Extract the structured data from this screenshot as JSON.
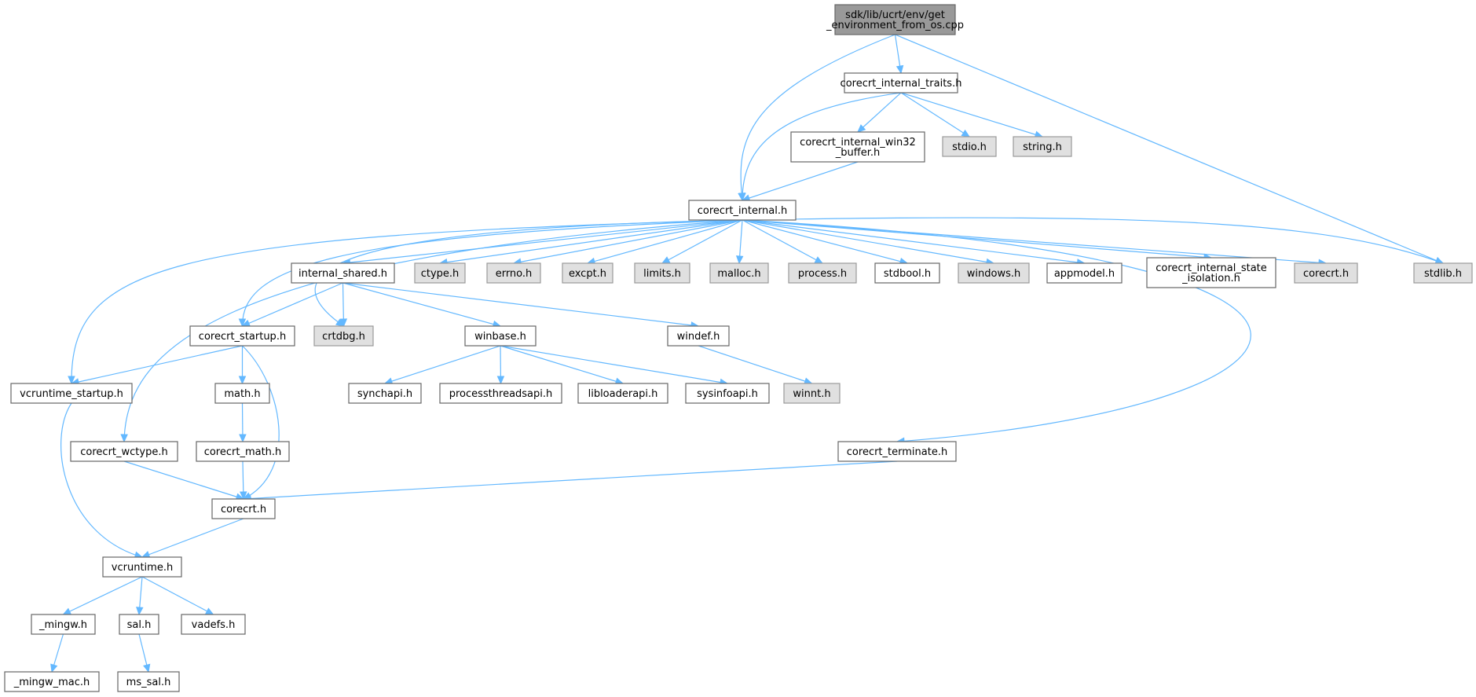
{
  "diagram": {
    "type": "include-dependency-graph",
    "colors": {
      "edge": "#63b8ff",
      "root_fill": "#999999",
      "external_fill": "#e0e0e0",
      "normal_fill": "#ffffff",
      "border": "#666666"
    },
    "nodes": [
      {
        "id": "root",
        "lines": [
          "sdk/lib/ucrt/env/get",
          "_environment_from_os.cpp"
        ],
        "kind": "root"
      },
      {
        "id": "traits",
        "lines": [
          "corecrt_internal_traits.h"
        ],
        "kind": "normal"
      },
      {
        "id": "win32buf",
        "lines": [
          "corecrt_internal_win32",
          "_buffer.h"
        ],
        "kind": "normal"
      },
      {
        "id": "stdio",
        "lines": [
          "stdio.h"
        ],
        "kind": "external"
      },
      {
        "id": "string",
        "lines": [
          "string.h"
        ],
        "kind": "external"
      },
      {
        "id": "internal",
        "lines": [
          "corecrt_internal.h"
        ],
        "kind": "normal"
      },
      {
        "id": "shared",
        "lines": [
          "internal_shared.h"
        ],
        "kind": "normal"
      },
      {
        "id": "ctype",
        "lines": [
          "ctype.h"
        ],
        "kind": "external"
      },
      {
        "id": "errno",
        "lines": [
          "errno.h"
        ],
        "kind": "external"
      },
      {
        "id": "excpt",
        "lines": [
          "excpt.h"
        ],
        "kind": "external"
      },
      {
        "id": "limits",
        "lines": [
          "limits.h"
        ],
        "kind": "external"
      },
      {
        "id": "malloc",
        "lines": [
          "malloc.h"
        ],
        "kind": "external"
      },
      {
        "id": "process",
        "lines": [
          "process.h"
        ],
        "kind": "external"
      },
      {
        "id": "stdbool",
        "lines": [
          "stdbool.h"
        ],
        "kind": "normal"
      },
      {
        "id": "windows",
        "lines": [
          "windows.h"
        ],
        "kind": "external"
      },
      {
        "id": "appmodel",
        "lines": [
          "appmodel.h"
        ],
        "kind": "normal"
      },
      {
        "id": "stateiso",
        "lines": [
          "corecrt_internal_state",
          "_isolation.h"
        ],
        "kind": "normal"
      },
      {
        "id": "corecrt_ext",
        "lines": [
          "corecrt.h"
        ],
        "kind": "external"
      },
      {
        "id": "stdlib",
        "lines": [
          "stdlib.h"
        ],
        "kind": "external"
      },
      {
        "id": "startup",
        "lines": [
          "corecrt_startup.h"
        ],
        "kind": "normal"
      },
      {
        "id": "crtdbg",
        "lines": [
          "crtdbg.h"
        ],
        "kind": "external"
      },
      {
        "id": "winbase",
        "lines": [
          "winbase.h"
        ],
        "kind": "normal"
      },
      {
        "id": "windef",
        "lines": [
          "windef.h"
        ],
        "kind": "normal"
      },
      {
        "id": "vcstartup",
        "lines": [
          "vcruntime_startup.h"
        ],
        "kind": "normal"
      },
      {
        "id": "math",
        "lines": [
          "math.h"
        ],
        "kind": "normal"
      },
      {
        "id": "synchapi",
        "lines": [
          "synchapi.h"
        ],
        "kind": "normal"
      },
      {
        "id": "procthread",
        "lines": [
          "processthreadsapi.h"
        ],
        "kind": "normal"
      },
      {
        "id": "libloader",
        "lines": [
          "libloaderapi.h"
        ],
        "kind": "normal"
      },
      {
        "id": "sysinfo",
        "lines": [
          "sysinfoapi.h"
        ],
        "kind": "normal"
      },
      {
        "id": "winnt",
        "lines": [
          "winnt.h"
        ],
        "kind": "external"
      },
      {
        "id": "wctype",
        "lines": [
          "corecrt_wctype.h"
        ],
        "kind": "normal"
      },
      {
        "id": "cmath",
        "lines": [
          "corecrt_math.h"
        ],
        "kind": "normal"
      },
      {
        "id": "terminate",
        "lines": [
          "corecrt_terminate.h"
        ],
        "kind": "normal"
      },
      {
        "id": "corecrt",
        "lines": [
          "corecrt.h"
        ],
        "kind": "normal"
      },
      {
        "id": "vcruntime",
        "lines": [
          "vcruntime.h"
        ],
        "kind": "normal"
      },
      {
        "id": "mingw",
        "lines": [
          "_mingw.h"
        ],
        "kind": "normal"
      },
      {
        "id": "sal",
        "lines": [
          "sal.h"
        ],
        "kind": "normal"
      },
      {
        "id": "vadefs",
        "lines": [
          "vadefs.h"
        ],
        "kind": "normal"
      },
      {
        "id": "mingwmac",
        "lines": [
          "_mingw_mac.h"
        ],
        "kind": "normal"
      },
      {
        "id": "mssal",
        "lines": [
          "ms_sal.h"
        ],
        "kind": "normal"
      }
    ],
    "edges": [
      [
        "root",
        "traits"
      ],
      [
        "root",
        "internal"
      ],
      [
        "root",
        "stdlib"
      ],
      [
        "traits",
        "win32buf"
      ],
      [
        "traits",
        "stdio"
      ],
      [
        "traits",
        "string"
      ],
      [
        "traits",
        "internal"
      ],
      [
        "win32buf",
        "internal"
      ],
      [
        "internal",
        "shared"
      ],
      [
        "internal",
        "ctype"
      ],
      [
        "internal",
        "errno"
      ],
      [
        "internal",
        "excpt"
      ],
      [
        "internal",
        "limits"
      ],
      [
        "internal",
        "malloc"
      ],
      [
        "internal",
        "process"
      ],
      [
        "internal",
        "stdbool"
      ],
      [
        "internal",
        "windows"
      ],
      [
        "internal",
        "appmodel"
      ],
      [
        "internal",
        "stateiso"
      ],
      [
        "internal",
        "corecrt_ext"
      ],
      [
        "internal",
        "stdlib"
      ],
      [
        "internal",
        "startup"
      ],
      [
        "internal",
        "crtdbg"
      ],
      [
        "internal",
        "vcstartup"
      ],
      [
        "internal",
        "wctype"
      ],
      [
        "internal",
        "terminate"
      ],
      [
        "shared",
        "startup"
      ],
      [
        "shared",
        "crtdbg"
      ],
      [
        "shared",
        "winbase"
      ],
      [
        "shared",
        "windef"
      ],
      [
        "startup",
        "vcstartup"
      ],
      [
        "startup",
        "math"
      ],
      [
        "startup",
        "corecrt"
      ],
      [
        "winbase",
        "synchapi"
      ],
      [
        "winbase",
        "procthread"
      ],
      [
        "winbase",
        "libloader"
      ],
      [
        "winbase",
        "sysinfo"
      ],
      [
        "windef",
        "winnt"
      ],
      [
        "vcstartup",
        "vcruntime"
      ],
      [
        "math",
        "cmath"
      ],
      [
        "cmath",
        "corecrt"
      ],
      [
        "wctype",
        "corecrt"
      ],
      [
        "terminate",
        "corecrt"
      ],
      [
        "corecrt",
        "vcruntime"
      ],
      [
        "vcruntime",
        "mingw"
      ],
      [
        "vcruntime",
        "sal"
      ],
      [
        "vcruntime",
        "vadefs"
      ],
      [
        "mingw",
        "mingwmac"
      ],
      [
        "sal",
        "mssal"
      ]
    ]
  }
}
